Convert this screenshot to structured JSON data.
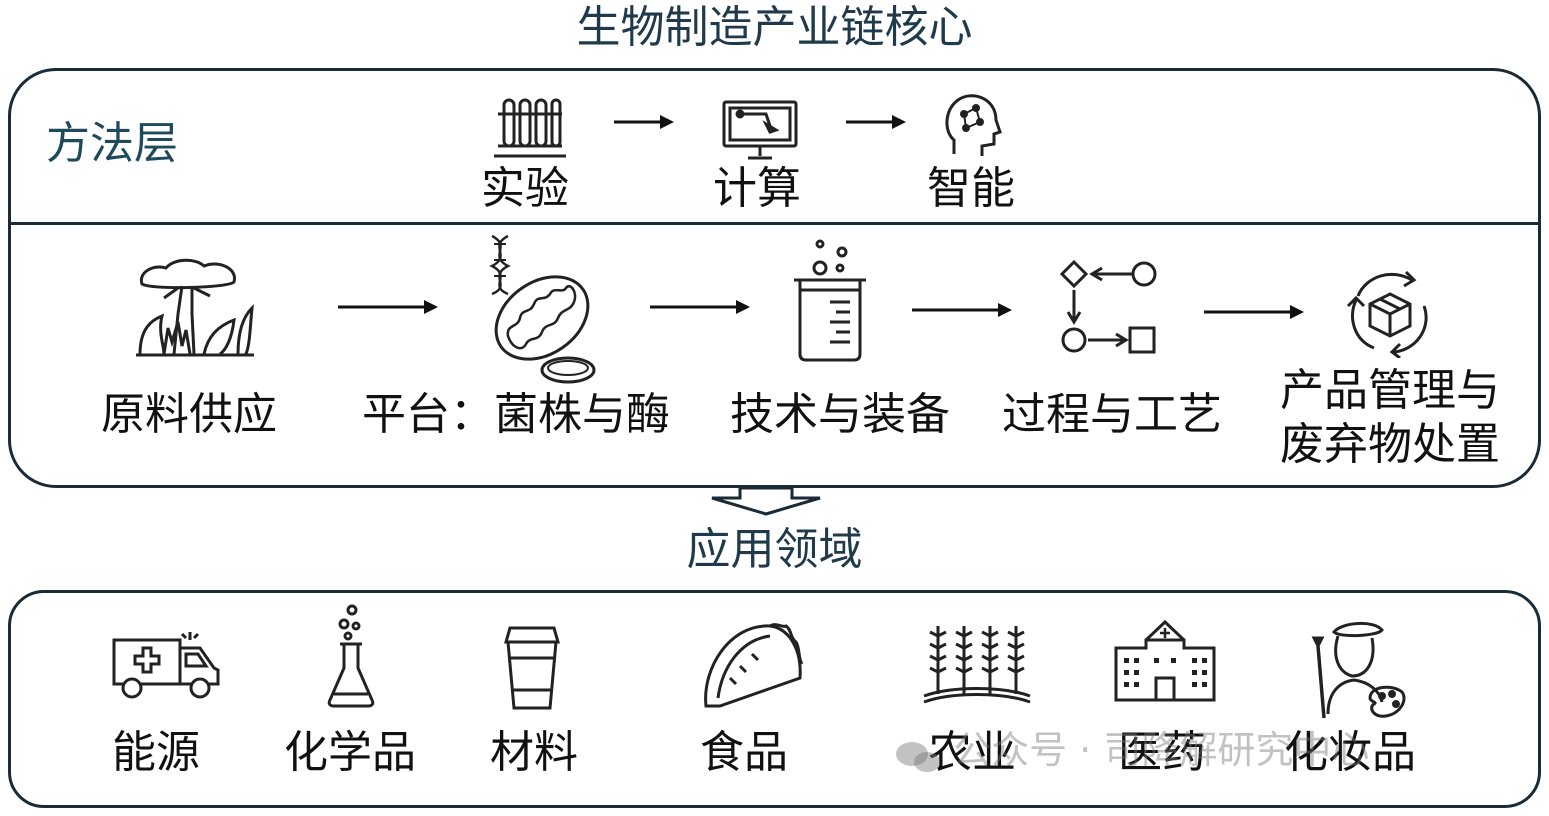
{
  "title": "生物制造产业链核心",
  "method_layer": {
    "label": "方法层",
    "steps": [
      {
        "label": "实验",
        "icon": "test-tubes-icon"
      },
      {
        "label": "计算",
        "icon": "computer-icon"
      },
      {
        "label": "智能",
        "icon": "ai-brain-icon"
      }
    ]
  },
  "chain": {
    "stages": [
      {
        "label": "原料供应",
        "icon": "forest-icon"
      },
      {
        "label": "平台：菌株与酶",
        "icon": "mitochondria-icon"
      },
      {
        "label": "技术与装备",
        "icon": "beaker-icon"
      },
      {
        "label": "过程与工艺",
        "icon": "process-flow-icon"
      },
      {
        "label": "产品管理与",
        "label2": "废弃物处置",
        "icon": "recycle-box-icon"
      }
    ]
  },
  "applications": {
    "title": "应用领域",
    "items": [
      {
        "label": "能源",
        "icon": "ambulance-icon"
      },
      {
        "label": "化学品",
        "icon": "flask-icon"
      },
      {
        "label": "材料",
        "icon": "cup-icon"
      },
      {
        "label": "食品",
        "icon": "taco-icon"
      },
      {
        "label": "农业",
        "icon": "wheat-icon"
      },
      {
        "label": "医药",
        "icon": "hospital-icon"
      },
      {
        "label": "化妆品",
        "icon": "artist-icon"
      }
    ]
  },
  "watermark": "公众号 · 司降解研究中心",
  "colors": {
    "title": "#1f3a4a",
    "border": "#1a2a36",
    "label": "#1f4a5c"
  }
}
